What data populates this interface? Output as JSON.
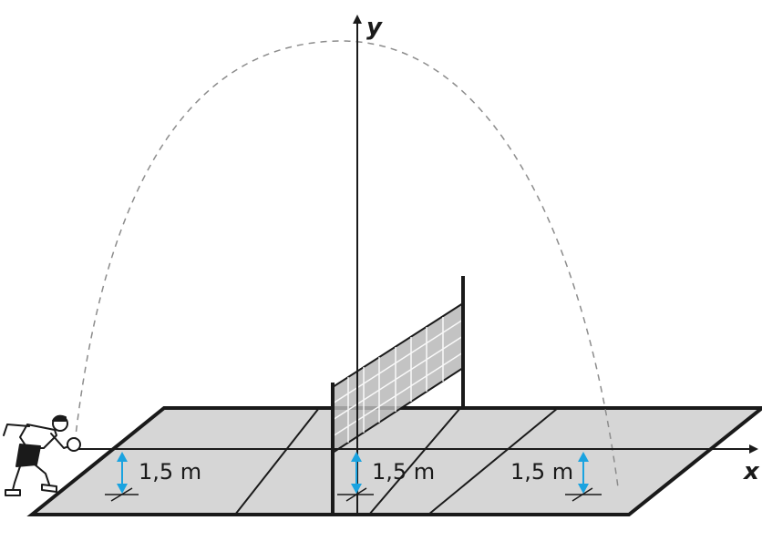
{
  "diagram": {
    "axis_x_label": "x",
    "axis_y_label": "y",
    "height_labels": [
      "1,5 m",
      "1,5 m",
      "1,5 m"
    ],
    "colors": {
      "court_fill": "#d6d6d6",
      "line": "#1a1a1a",
      "trajectory": "#8c8c8c",
      "arrow": "#1aa3e0",
      "net_fill": "#b4b4b4"
    },
    "icons": [
      "player-figure",
      "ball-icon"
    ]
  }
}
